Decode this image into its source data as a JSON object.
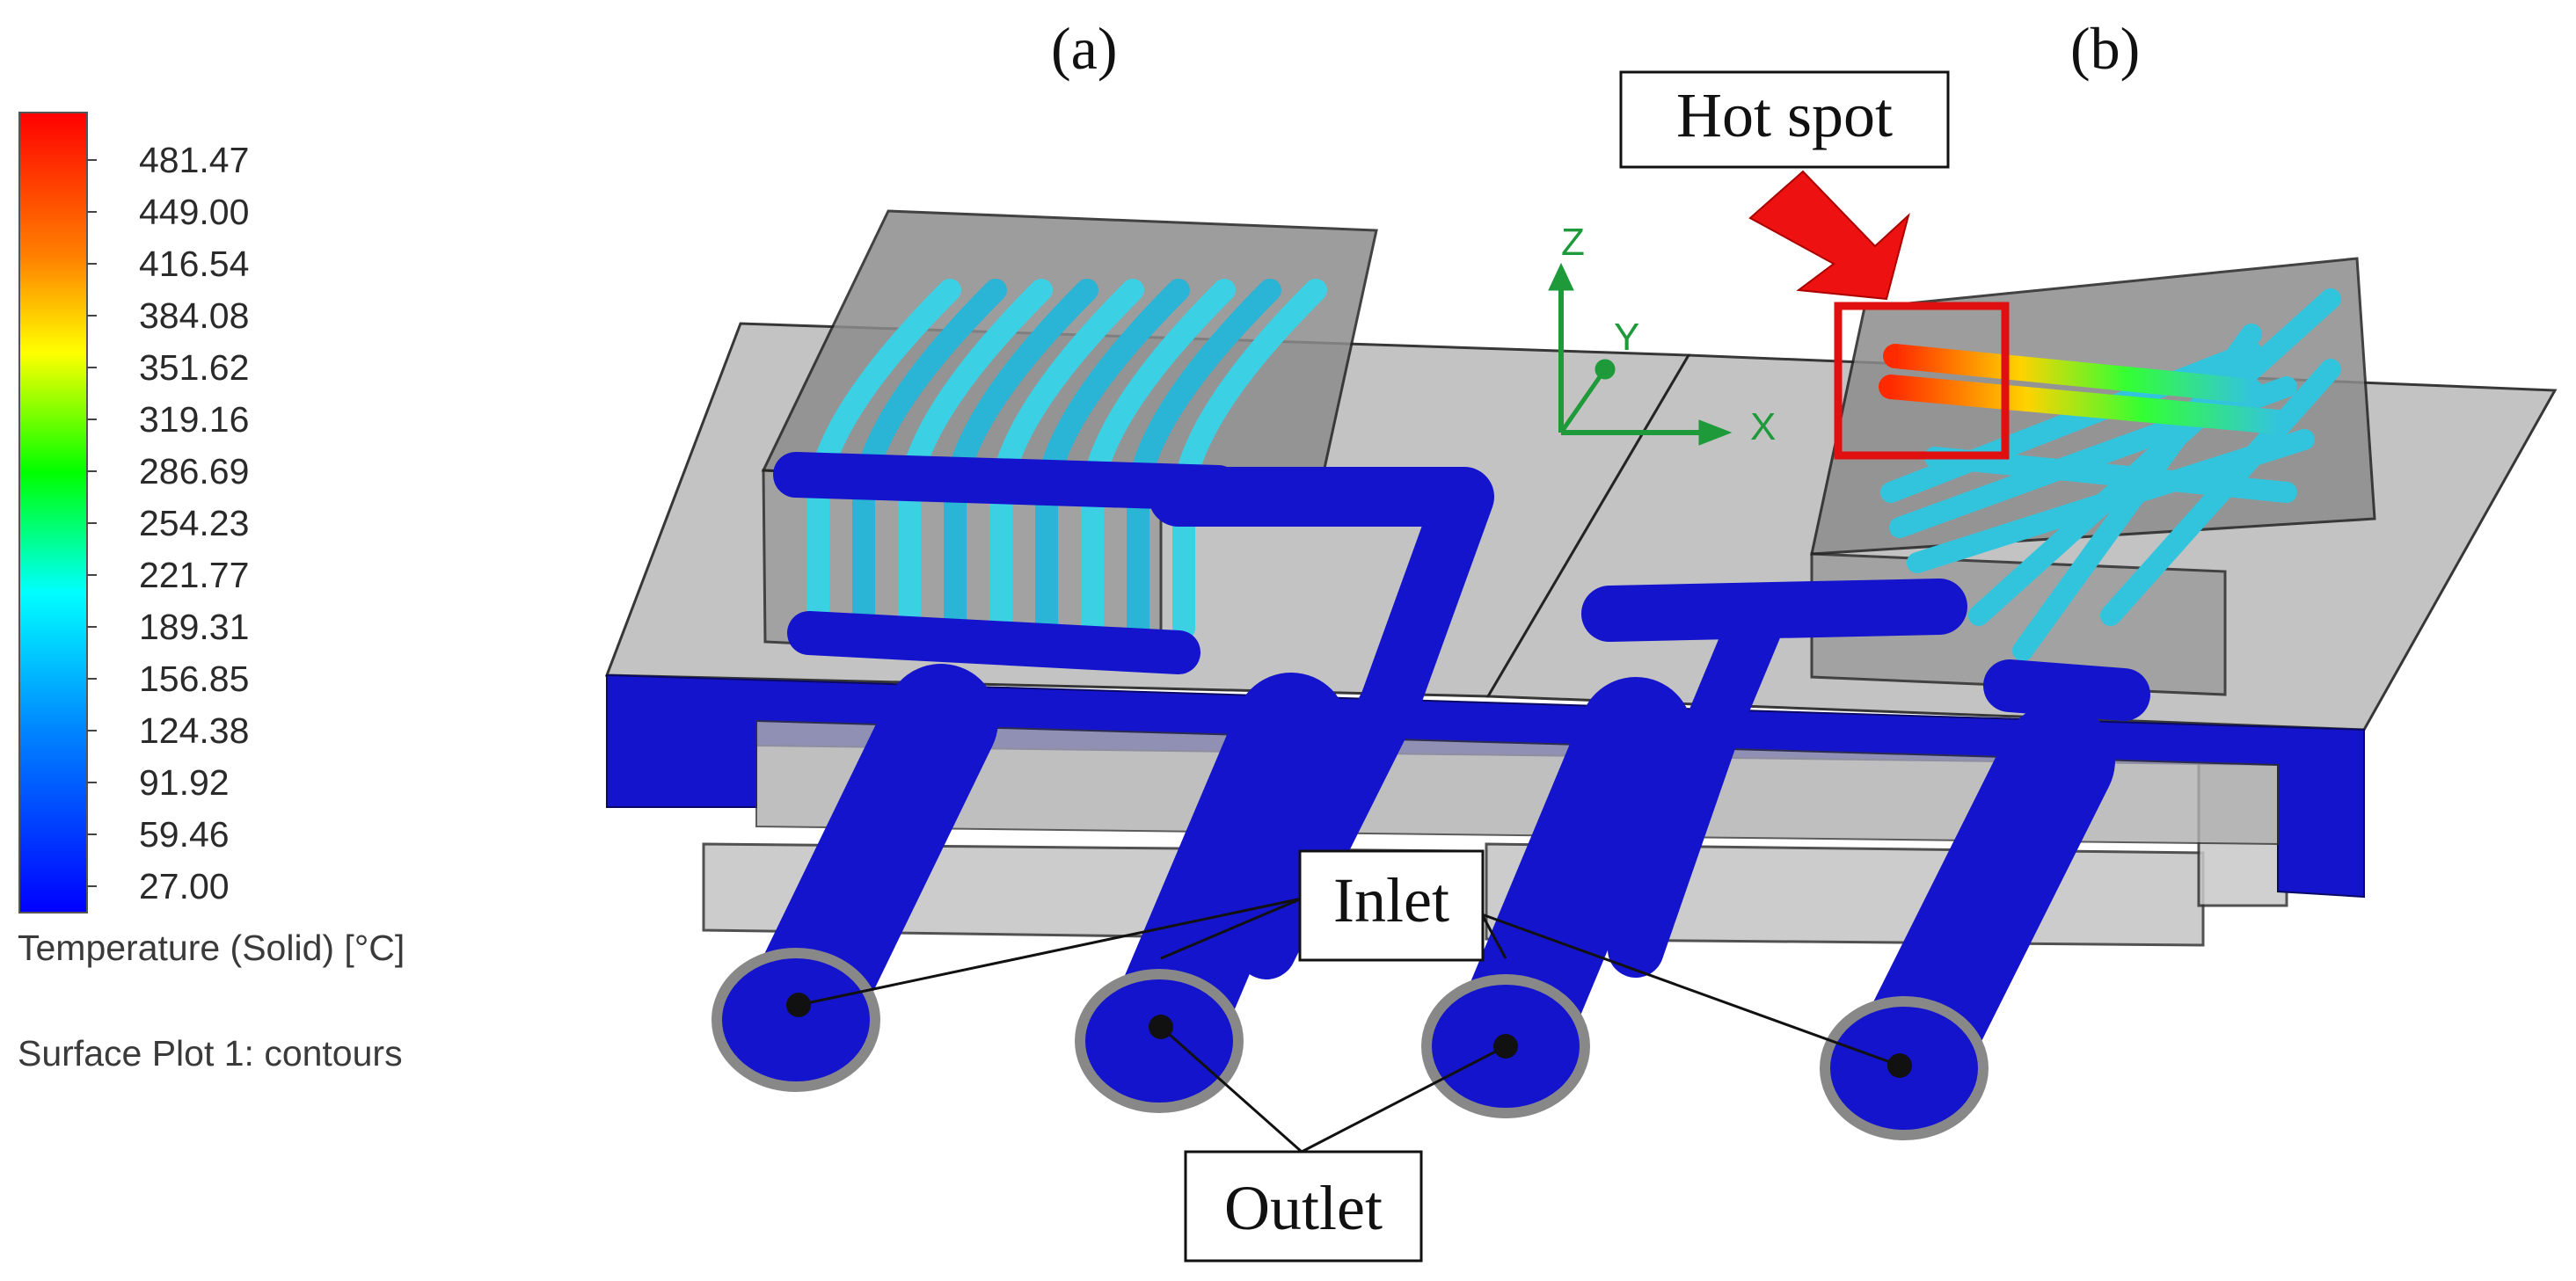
{
  "legend": {
    "ticks": [
      "481.47",
      "449.00",
      "416.54",
      "384.08",
      "351.62",
      "319.16",
      "286.69",
      "254.23",
      "221.77",
      "189.31",
      "156.85",
      "124.38",
      "91.92",
      "59.46",
      "27.00"
    ],
    "quantity_label": "Temperature (Solid) [°C]",
    "plot_label": "Surface Plot 1: contours",
    "colors": [
      "#ff0000",
      "#ff8000",
      "#ffff00",
      "#00ff00",
      "#00ffff",
      "#0080ff",
      "#0000ff"
    ]
  },
  "panels": {
    "a": "(a)",
    "b": "(b)"
  },
  "callouts": {
    "hot_spot": "Hot spot",
    "inlet": "Inlet",
    "outlet": "Outlet"
  },
  "axes": {
    "z": "Z",
    "y": "Y",
    "x": "X"
  },
  "colors": {
    "pipe": "#1414cc",
    "box": "#b4b4b4",
    "tube": "#33c4dd",
    "hot_spot_box": "#e01010",
    "hot_spot_arrow": "#ee1111",
    "axis": "#1f9a3a"
  }
}
